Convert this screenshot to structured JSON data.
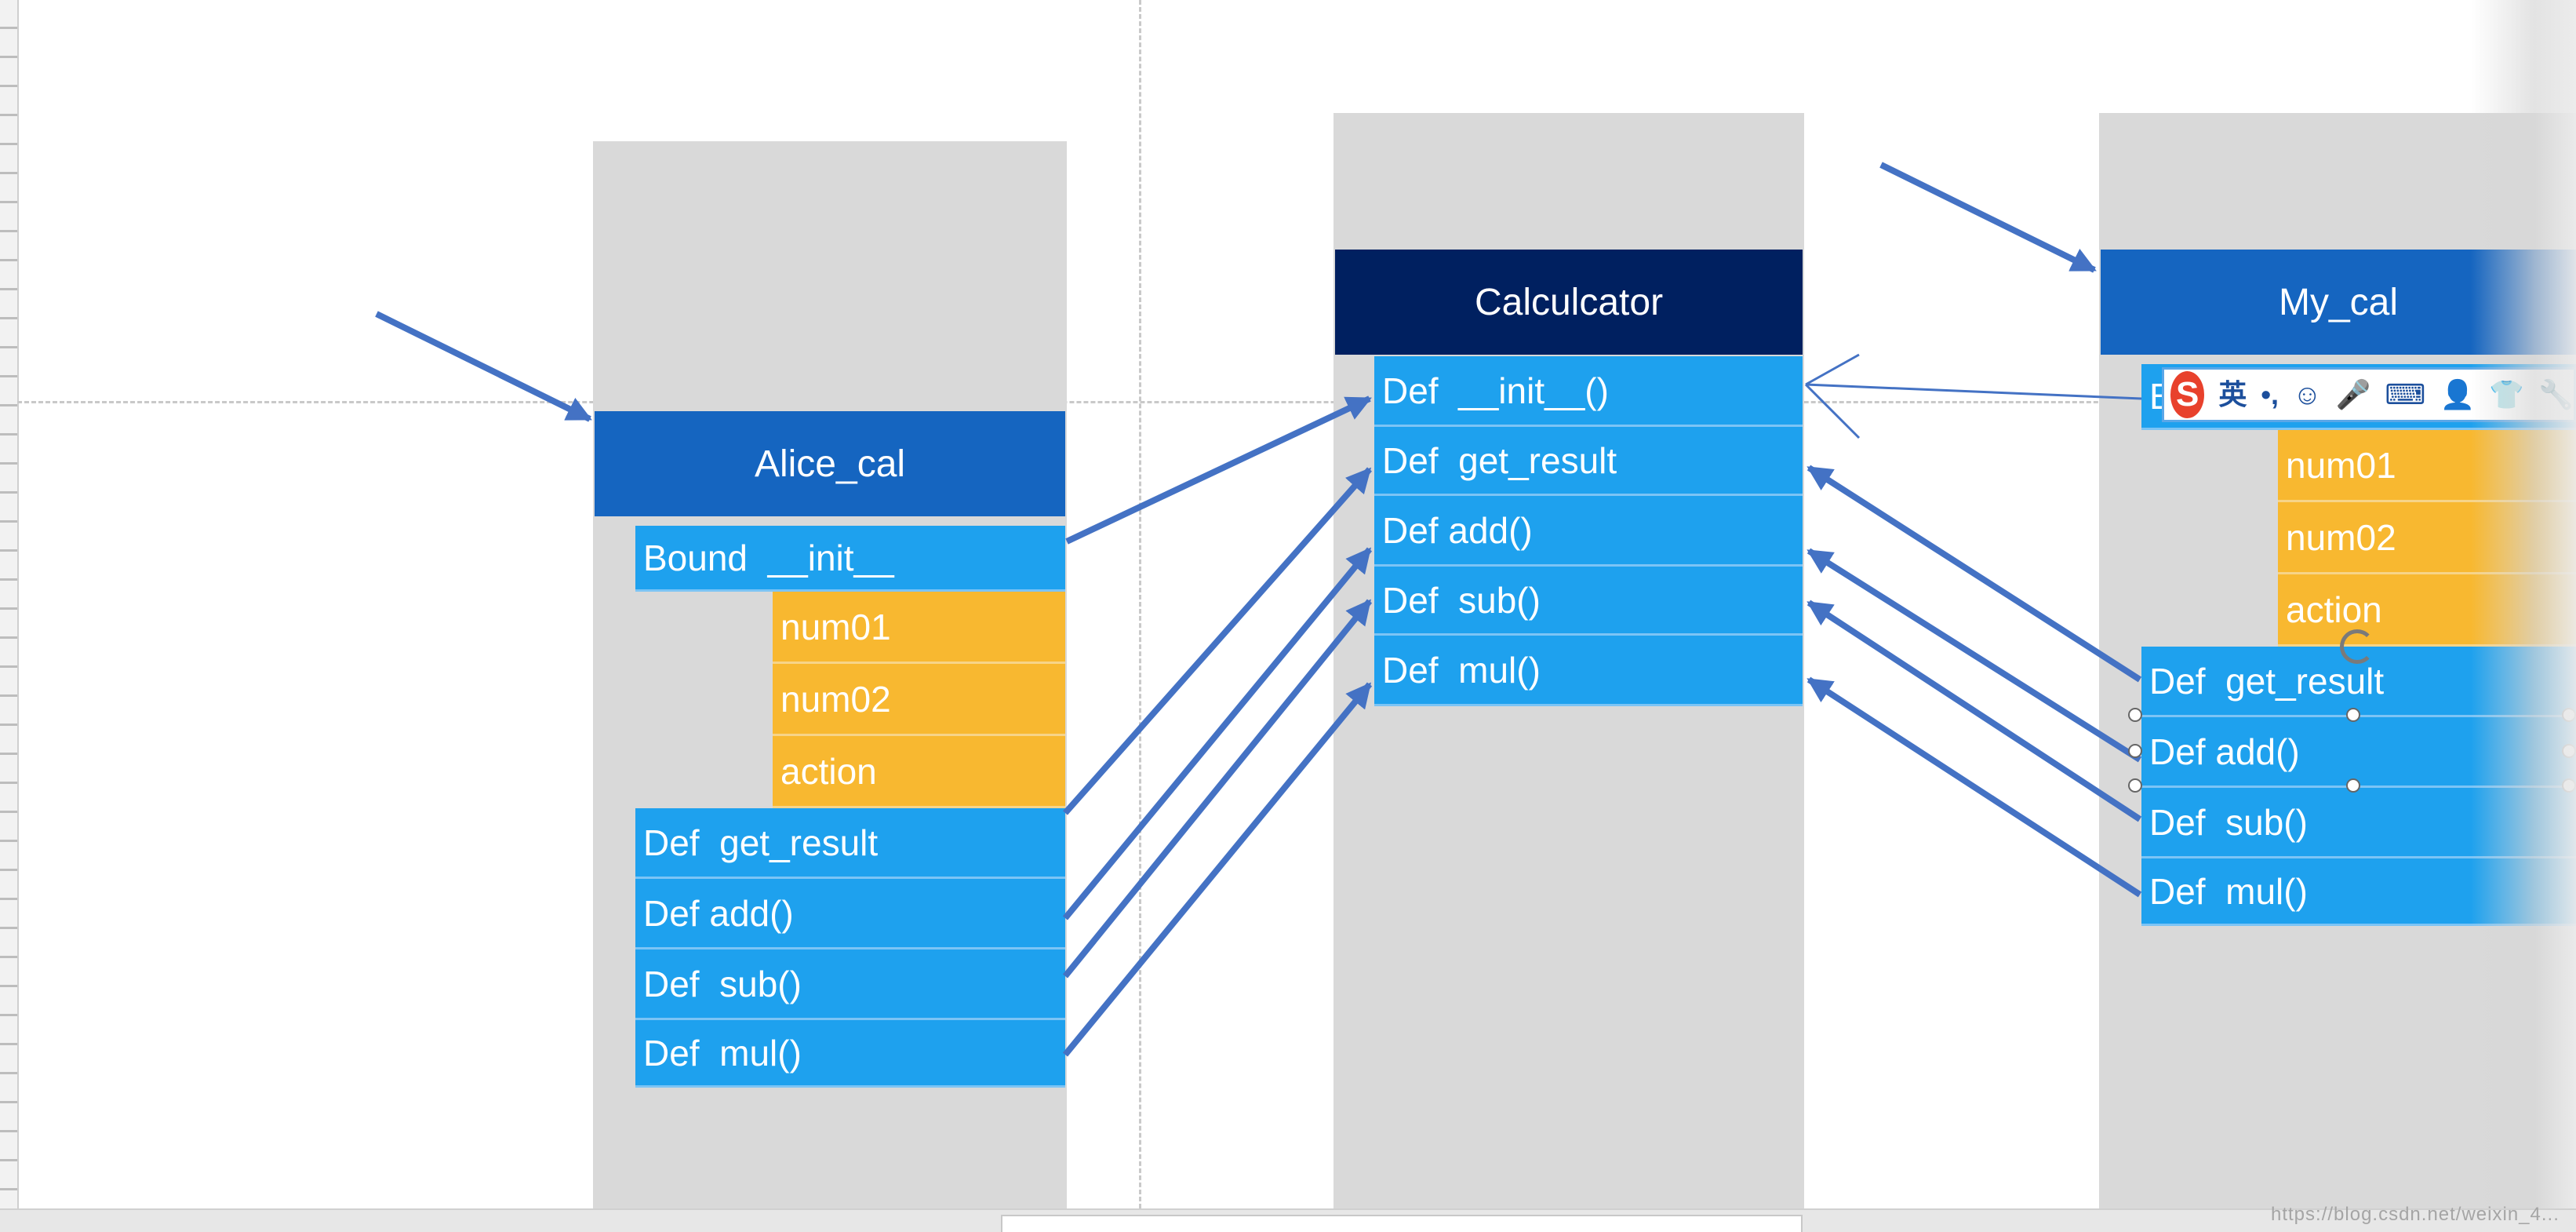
{
  "diagram": {
    "left_class": {
      "title": "Alice_cal",
      "bound_method": "Bound  __init__",
      "attributes": [
        "num01",
        "num02",
        "action"
      ],
      "methods": [
        "Def  get_result",
        "Def add()",
        "Def  sub()",
        "Def  mul()"
      ]
    },
    "base_class": {
      "title": "Calculcator",
      "methods": [
        "Def  __init__()",
        "Def  get_result",
        "Def add()",
        "Def  sub()",
        "Def  mul()"
      ]
    },
    "right_class": {
      "title": "My_cal",
      "bound_method": "B",
      "attributes": [
        "num01",
        "num02",
        "action"
      ],
      "methods": [
        "Def  get_result",
        "Def add()",
        "Def  sub()",
        "Def  mul()"
      ]
    }
  },
  "ime_toolbar": {
    "logo": "S",
    "lang": "英",
    "icons": [
      "punctuation-icon",
      "emoji-icon",
      "microphone-icon",
      "keyboard-icon",
      "user-icon",
      "skin-icon",
      "tools-icon"
    ],
    "punct_glyph": "•,",
    "emoji_glyph": "☺",
    "mic_glyph": "🎤",
    "keyboard_glyph": "⌨",
    "user_glyph": "👤",
    "skin_glyph": "👕",
    "tools_glyph": "🔧"
  },
  "watermark": "https://blog.csdn.net/weixin_4...",
  "colors": {
    "column_bg": "#d9d9d9",
    "header_blue": "#1565c0",
    "header_navy": "#002060",
    "method_blue": "#1ea1ee",
    "attr_orange": "#f8b830",
    "arrow": "#4472c4"
  }
}
